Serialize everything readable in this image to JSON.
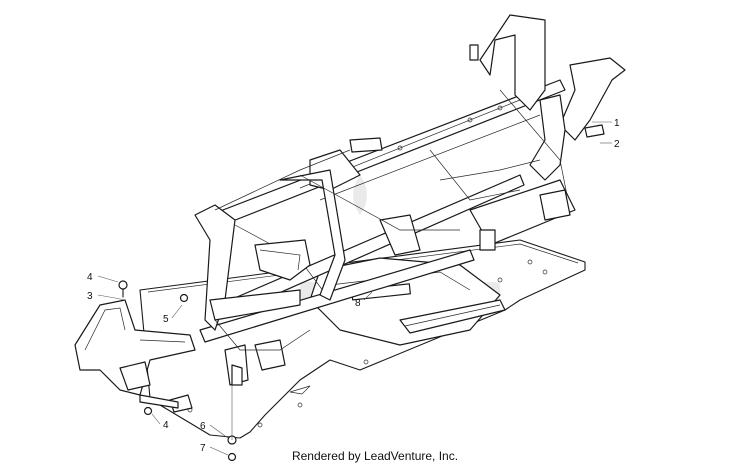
{
  "callouts": [
    {
      "id": "1",
      "label": "1"
    },
    {
      "id": "2",
      "label": "2"
    },
    {
      "id": "3",
      "label": "3"
    },
    {
      "id": "4a",
      "label": "4"
    },
    {
      "id": "4b",
      "label": "4"
    },
    {
      "id": "5",
      "label": "5"
    },
    {
      "id": "6",
      "label": "6"
    },
    {
      "id": "7",
      "label": "7"
    },
    {
      "id": "8",
      "label": "8"
    }
  ],
  "footer": {
    "credit": "Rendered by LeadVenture, Inc."
  },
  "icons": {
    "watermark": "leadventure-logo-watermark"
  }
}
